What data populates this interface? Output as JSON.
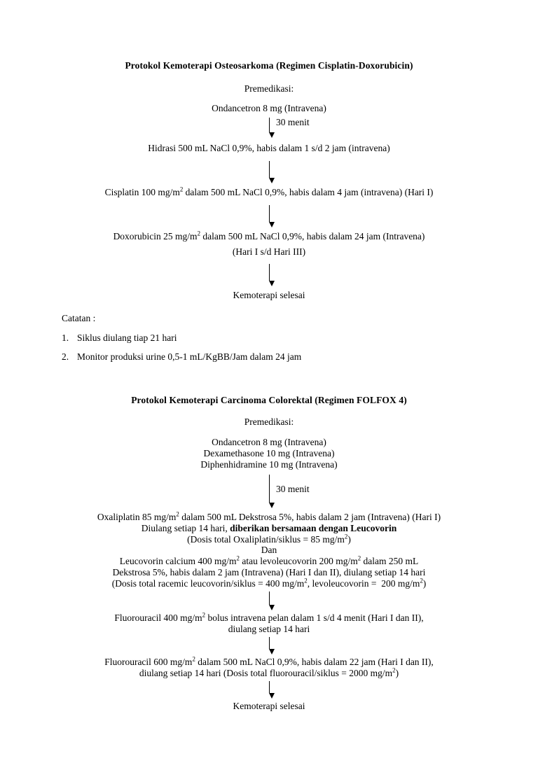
{
  "document": {
    "protocols": [
      {
        "title": "Protokol Kemoterapi Osteosarkoma (Regimen Cisplatin-Doxorubicin)",
        "premedication_label": "Premedikasi:",
        "premedication_items": [
          "Ondancetron 8 mg (Intravena)"
        ],
        "arrow1_label": "30 menit",
        "step_hidrasi": "Hidrasi 500 mL NaCl 0,9%, habis dalam 1 s/d 2 jam (intravena)",
        "step_cisplatin_a": "Cisplatin 100 mg/m",
        "step_cisplatin_sup": "2",
        "step_cisplatin_b": " dalam 500 mL NaCl 0,9%, habis dalam 4 jam (intravena) (Hari I)",
        "step_doxorubicin_a": "Doxorubicin 25 mg/m",
        "step_doxorubicin_sup": "2",
        "step_doxorubicin_b": " dalam 500 mL NaCl 0,9%, habis dalam 24 jam (Intravena)",
        "step_doxorubicin_days": "(Hari I s/d Hari III)",
        "finish": "Kemoterapi selesai",
        "notes_label": "Catatan :",
        "notes": [
          {
            "num": "1.",
            "text": "Siklus diulang tiap 21 hari"
          },
          {
            "num": "2.",
            "text": "Monitor produksi urine 0,5-1 mL/KgBB/Jam dalam 24 jam"
          }
        ]
      },
      {
        "title": "Protokol Kemoterapi Carcinoma Colorektal (Regimen FOLFOX 4)",
        "premedication_label": "Premedikasi:",
        "premedication_items": [
          "Ondancetron 8 mg (Intravena)",
          "Dexamethasone 10 mg (Intravena)",
          "Diphenhidramine 10 mg (Intravena)"
        ],
        "arrow1_label": "30 menit",
        "oxaliplatin_a": "Oxaliplatin 85 mg/m",
        "oxaliplatin_sup": "2",
        "oxaliplatin_b": " dalam 500 mL Dekstrosa 5%, habis dalam 2 jam (Intravena) (Hari I)",
        "oxaliplatin_line2_plain": "Diulang setiap 14 hari, ",
        "oxaliplatin_line2_bold": "diberikan bersamaan dengan Leucovorin",
        "oxaliplatin_line3_a": "(Dosis total Oxaliplatin/siklus = 85 mg/m",
        "oxaliplatin_line3_sup": "2",
        "oxaliplatin_line3_b": ")",
        "dan": "Dan",
        "leucovorin_l1_a": "Leucovorin calcium 400 mg/m",
        "leucovorin_l1_sup1": "2",
        "leucovorin_l1_b": " atau levoleucovorin 200 mg/m",
        "leucovorin_l1_sup2": "2",
        "leucovorin_l1_c": " dalam 250 mL",
        "leucovorin_l2": "Dekstrosa 5%, habis dalam 2 jam (Intravena) (Hari I dan II), diulang setiap 14 hari",
        "leucovorin_l3_a": "(Dosis total racemic leucovorin/siklus = 400 mg/m",
        "leucovorin_l3_sup1": "2",
        "leucovorin_l3_b": ", levoleucovorin =  200 mg/m",
        "leucovorin_l3_sup2": "2",
        "leucovorin_l3_c": ")",
        "fu400_a": "Fluorouracil 400 mg/m",
        "fu400_sup": "2",
        "fu400_b": " bolus intravena pelan dalam 1 s/d 4 menit (Hari I dan II),",
        "fu400_l2": "diulang setiap 14 hari",
        "fu600_a": "Fluorouracil 600 mg/m",
        "fu600_sup": "2",
        "fu600_b": " dalam 500 mL NaCl 0,9%, habis dalam 22 jam (Hari I dan II),",
        "fu600_l2_a": "diulang setiap 14 hari (Dosis total fluorouracil/siklus = 2000 mg/m",
        "fu600_l2_sup": "2",
        "fu600_l2_b": ")",
        "finish": "Kemoterapi selesai"
      }
    ]
  }
}
